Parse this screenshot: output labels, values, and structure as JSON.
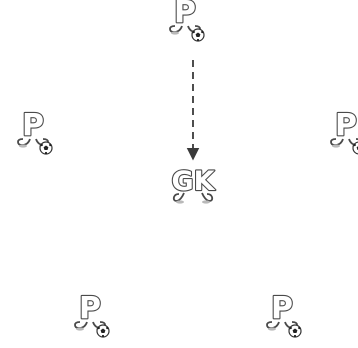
{
  "players": [
    {
      "id": "p-top",
      "letter": "P",
      "has_ball": true
    },
    {
      "id": "p-left",
      "letter": "P",
      "has_ball": true
    },
    {
      "id": "p-right",
      "letter": "P",
      "has_ball": true
    },
    {
      "id": "p-bottom-left",
      "letter": "P",
      "has_ball": true
    },
    {
      "id": "p-bottom-right",
      "letter": "P",
      "has_ball": true
    }
  ],
  "goalkeeper": {
    "id": "gk",
    "letters": "GK"
  },
  "pass": {
    "from": "p-top",
    "to": "gk",
    "style": "dashed-arrow"
  },
  "colors": {
    "outline": "#4a4a4a",
    "shade": "#b9b9b9",
    "line": "#3a3a3a",
    "background": "#ffffff"
  },
  "icons": [
    "player-icon",
    "goalkeeper-icon",
    "soccer-ball-icon",
    "dashed-arrow"
  ]
}
